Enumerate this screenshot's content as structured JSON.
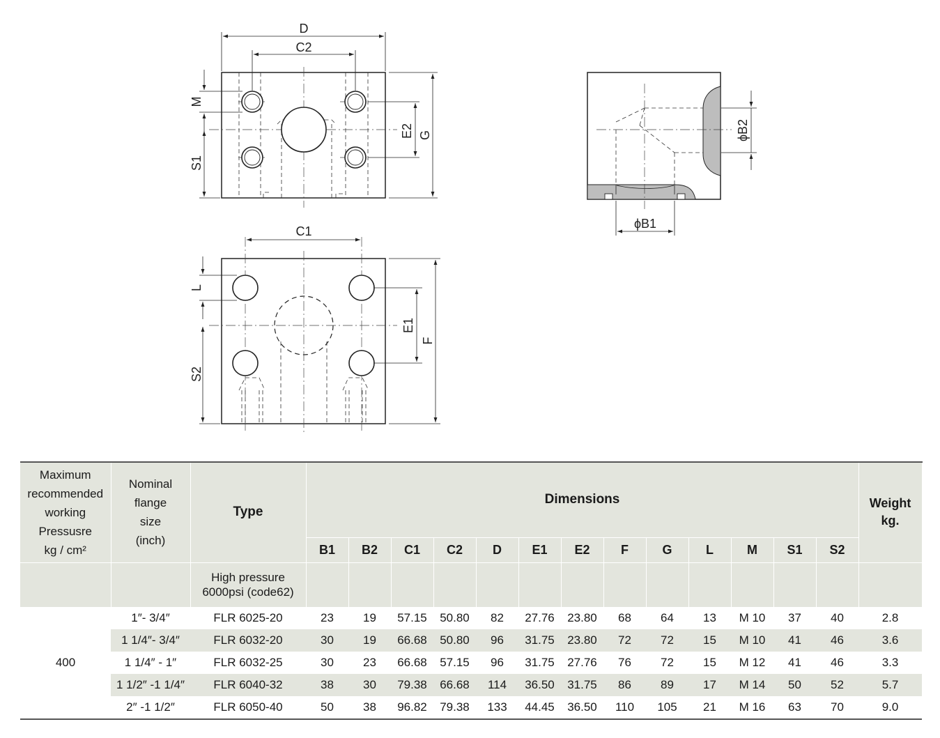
{
  "drawing_labels": {
    "top_view": {
      "d": "D",
      "c2": "C2",
      "m": "M",
      "s1": "S1",
      "e2": "E2",
      "g": "G"
    },
    "bottom_view": {
      "c1": "C1",
      "l": "L",
      "s2": "S2",
      "e1": "E1",
      "f": "F"
    },
    "side_view": {
      "b2": "ϕB2",
      "b1": "ϕB1"
    }
  },
  "table": {
    "headers": {
      "pressure": [
        "Maximum",
        "recommended",
        "working",
        "Pressusre",
        "kg / cm²"
      ],
      "nominal": [
        "Nominal",
        "flange",
        "size",
        "(inch)"
      ],
      "type": "Type",
      "dimensions": "Dimensions",
      "weight": [
        "Weight",
        "kg."
      ]
    },
    "dimension_columns": [
      "B1",
      "B2",
      "C1",
      "C2",
      "D",
      "E1",
      "E2",
      "F",
      "G",
      "L",
      "M",
      "S1",
      "S2"
    ],
    "type_note": [
      "High pressure",
      "6000psi (code62)"
    ],
    "pressure_value": "400",
    "rows": [
      {
        "size": "1″- 3/4″",
        "type": "FLR 6025-20",
        "dims": [
          "23",
          "19",
          "57.15",
          "50.80",
          "82",
          "27.76",
          "23.80",
          "68",
          "64",
          "13",
          "M 10",
          "37",
          "40"
        ],
        "weight": "2.8"
      },
      {
        "size": "1 1/4″- 3/4″",
        "type": "FLR 6032-20",
        "dims": [
          "30",
          "19",
          "66.68",
          "50.80",
          "96",
          "31.75",
          "23.80",
          "72",
          "72",
          "15",
          "M 10",
          "41",
          "46"
        ],
        "weight": "3.6"
      },
      {
        "size": "1 1/4″ - 1″",
        "type": "FLR 6032-25",
        "dims": [
          "30",
          "23",
          "66.68",
          "57.15",
          "96",
          "31.75",
          "27.76",
          "76",
          "72",
          "15",
          "M 12",
          "41",
          "46"
        ],
        "weight": "3.3"
      },
      {
        "size": "1 1/2″ -1 1/4″",
        "type": "FLR 6040-32",
        "dims": [
          "38",
          "30",
          "79.38",
          "66.68",
          "114",
          "36.50",
          "31.75",
          "86",
          "89",
          "17",
          "M 14",
          "50",
          "52"
        ],
        "weight": "5.7"
      },
      {
        "size": "2″ -1 1/2″",
        "type": "FLR 6050-40",
        "dims": [
          "50",
          "38",
          "96.82",
          "79.38",
          "133",
          "44.45",
          "36.50",
          "110",
          "105",
          "21",
          "M 16",
          "63",
          "70"
        ],
        "weight": "9.0"
      }
    ]
  }
}
